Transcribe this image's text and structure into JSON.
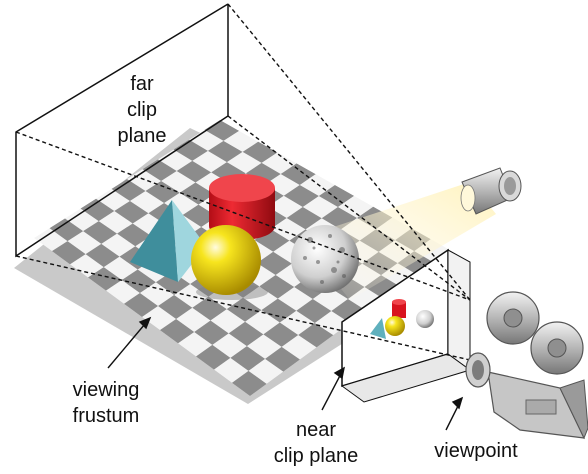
{
  "labels": {
    "far_clip_plane": [
      "far",
      "clip",
      "plane"
    ],
    "viewing_frustum": [
      "viewing",
      "frustum"
    ],
    "near_clip_plane": [
      "near",
      "clip plane"
    ],
    "viewpoint": "viewpoint"
  },
  "colors": {
    "checker_dark": "#8c8c8c",
    "checker_light": "#f4f4f4",
    "cylinder_red": "#d8131e",
    "sphere_yellow": "#f2dd10",
    "pyramid_teal": "#69b8c4",
    "camera_gray": "#b9b9b9",
    "light_beam": "#fff4c8"
  }
}
